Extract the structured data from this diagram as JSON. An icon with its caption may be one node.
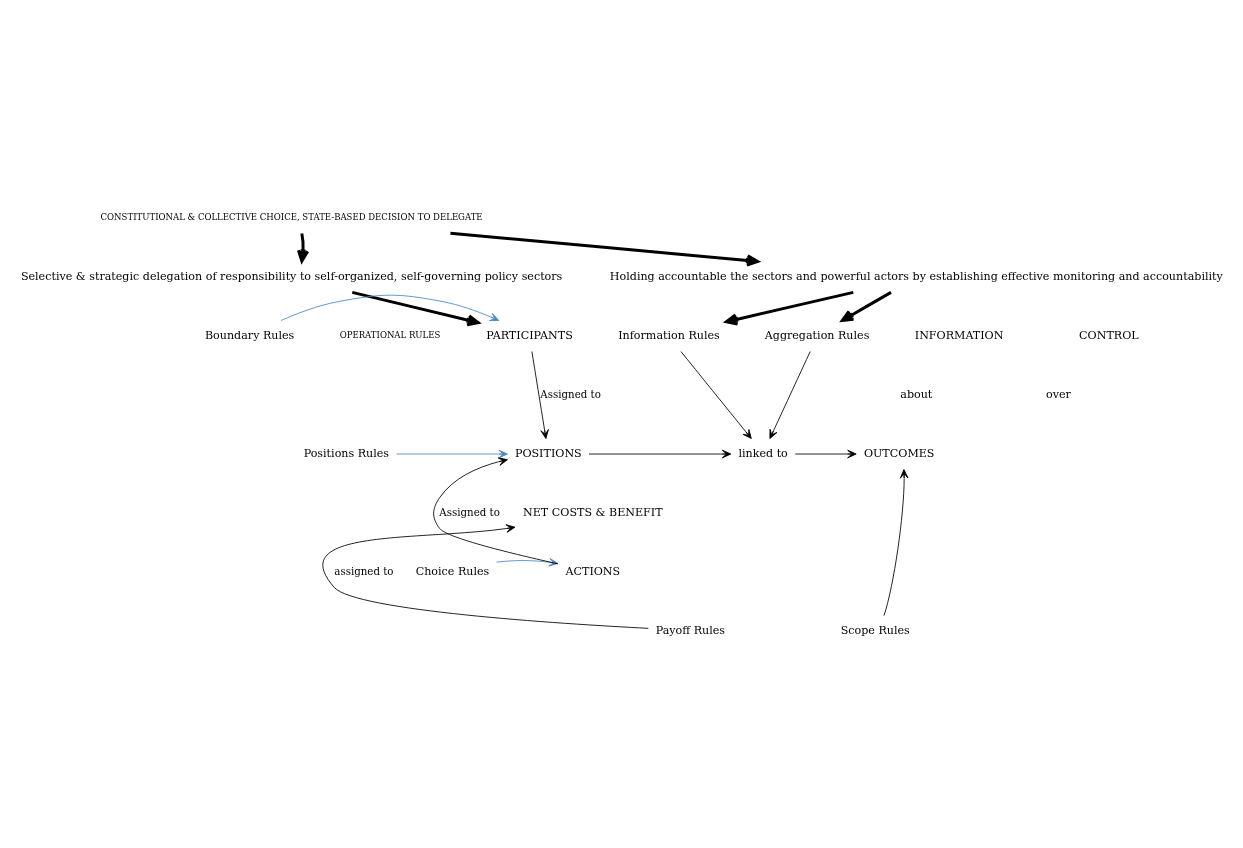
{
  "diagram": {
    "nodes": [
      {
        "text": [
          "CONSTITUTIONAL & COLLECTIVE CHOICE, STATE-BASED DECISION TO DELEGATE"
        ]
      },
      {
        "text": [
          "Selective & strategic delegation of responsibility to self-organized, self-governing policy sectors"
        ]
      },
      {
        "text": [
          "Holding accountable the sectors and powerful actors by establishing effective monitoring and accountability"
        ]
      },
      {
        "text": [
          "Information Rules"
        ]
      },
      {
        "text": [
          "Aggregation Rules"
        ]
      },
      {
        "text": [
          "Boundary Rules"
        ]
      },
      {
        "text": [
          "PARTICIPANTS"
        ]
      },
      {
        "text": [
          "INFORMATION"
        ]
      },
      {
        "text": [
          "CONTROL"
        ]
      },
      {
        "text": [
          "Positions Rules"
        ]
      },
      {
        "text": [
          "POSITIONS"
        ]
      },
      {
        "text": [
          "linked to"
        ]
      },
      {
        "text": [
          "OUTCOMES"
        ]
      },
      {
        "text": [
          "NET COSTS & BENEFIT"
        ]
      },
      {
        "text": [
          "Choice Rules"
        ]
      },
      {
        "text": [
          "ACTIONS"
        ]
      },
      {
        "text": [
          "Payoff Rules"
        ]
      },
      {
        "text": [
          "Scope Rules"
        ]
      }
    ],
    "edges": [
      {
        "from": 0,
        "to": 1,
        "arrow": "to",
        "style": "thick"
      },
      {
        "from": 0,
        "to": 2,
        "arrow": "to",
        "style": "thick"
      },
      {
        "from": 1,
        "to": 6,
        "arrow": "to",
        "style": "thick"
      },
      {
        "from": 2,
        "to": 3,
        "arrow": "to",
        "style": "thick"
      },
      {
        "from": 2,
        "to": 4,
        "arrow": "to",
        "style": "thick"
      },
      {
        "from": 5,
        "to": 6,
        "arrow": "to",
        "color": "#4a86c5"
      },
      {
        "from": 6,
        "to": 10,
        "arrow": "to",
        "label": "Assigned to"
      },
      {
        "from": 3,
        "to": 11,
        "arrow": "to"
      },
      {
        "from": 4,
        "to": 11,
        "arrow": "to"
      },
      {
        "from": 9,
        "to": 10,
        "arrow": "to",
        "color": "#4a86c5"
      },
      {
        "from": 10,
        "to": 11,
        "arrow": "to"
      },
      {
        "from": 11,
        "to": 12,
        "arrow": "to"
      },
      {
        "from": 15,
        "to": 10,
        "arrow": "to",
        "label": "Assigned to"
      },
      {
        "from": 14,
        "to": 15,
        "arrow": "to",
        "color": "#4a86c5"
      },
      {
        "from": 16,
        "to": 13,
        "arrow": "to",
        "label": "assigned to"
      },
      {
        "from": 17,
        "to": 12,
        "arrow": "to"
      }
    ],
    "labels": [
      "OPERATIONAL RULES",
      "about",
      "over"
    ]
  }
}
